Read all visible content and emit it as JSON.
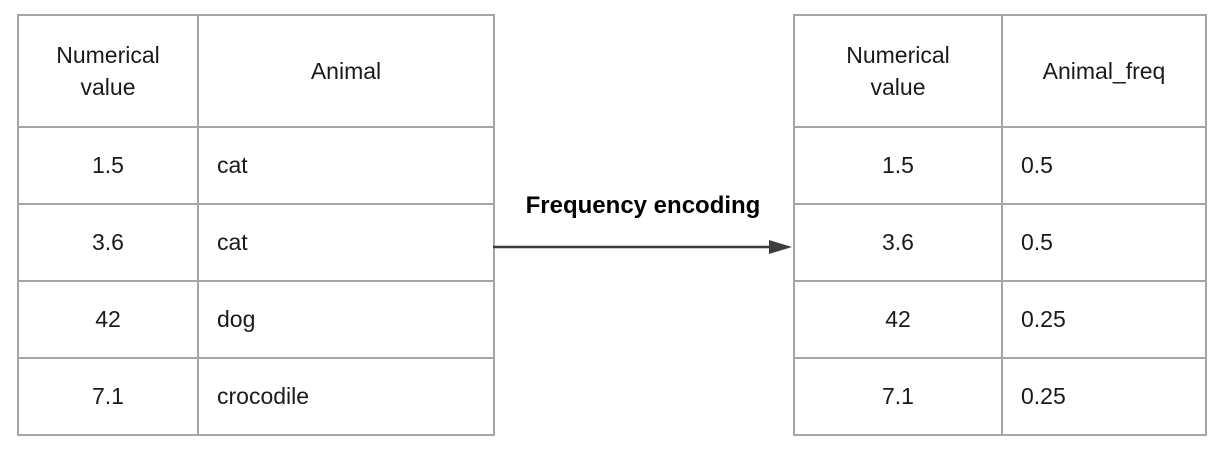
{
  "label": "Frequency encoding",
  "left_table": {
    "headers": [
      "Numerical value",
      "Animal"
    ],
    "rows": [
      [
        "1.5",
        "cat"
      ],
      [
        "3.6",
        "cat"
      ],
      [
        "42",
        "dog"
      ],
      [
        "7.1",
        "crocodile"
      ]
    ]
  },
  "right_table": {
    "headers": [
      "Numerical value",
      "Animal_freq"
    ],
    "rows": [
      [
        "1.5",
        "0.5"
      ],
      [
        "3.6",
        "0.5"
      ],
      [
        "42",
        "0.25"
      ],
      [
        "7.1",
        "0.25"
      ]
    ]
  },
  "colors": {
    "table_border": "#a6a6a6",
    "arrow": "#3d3d3d",
    "text": "#1a1a1a"
  }
}
